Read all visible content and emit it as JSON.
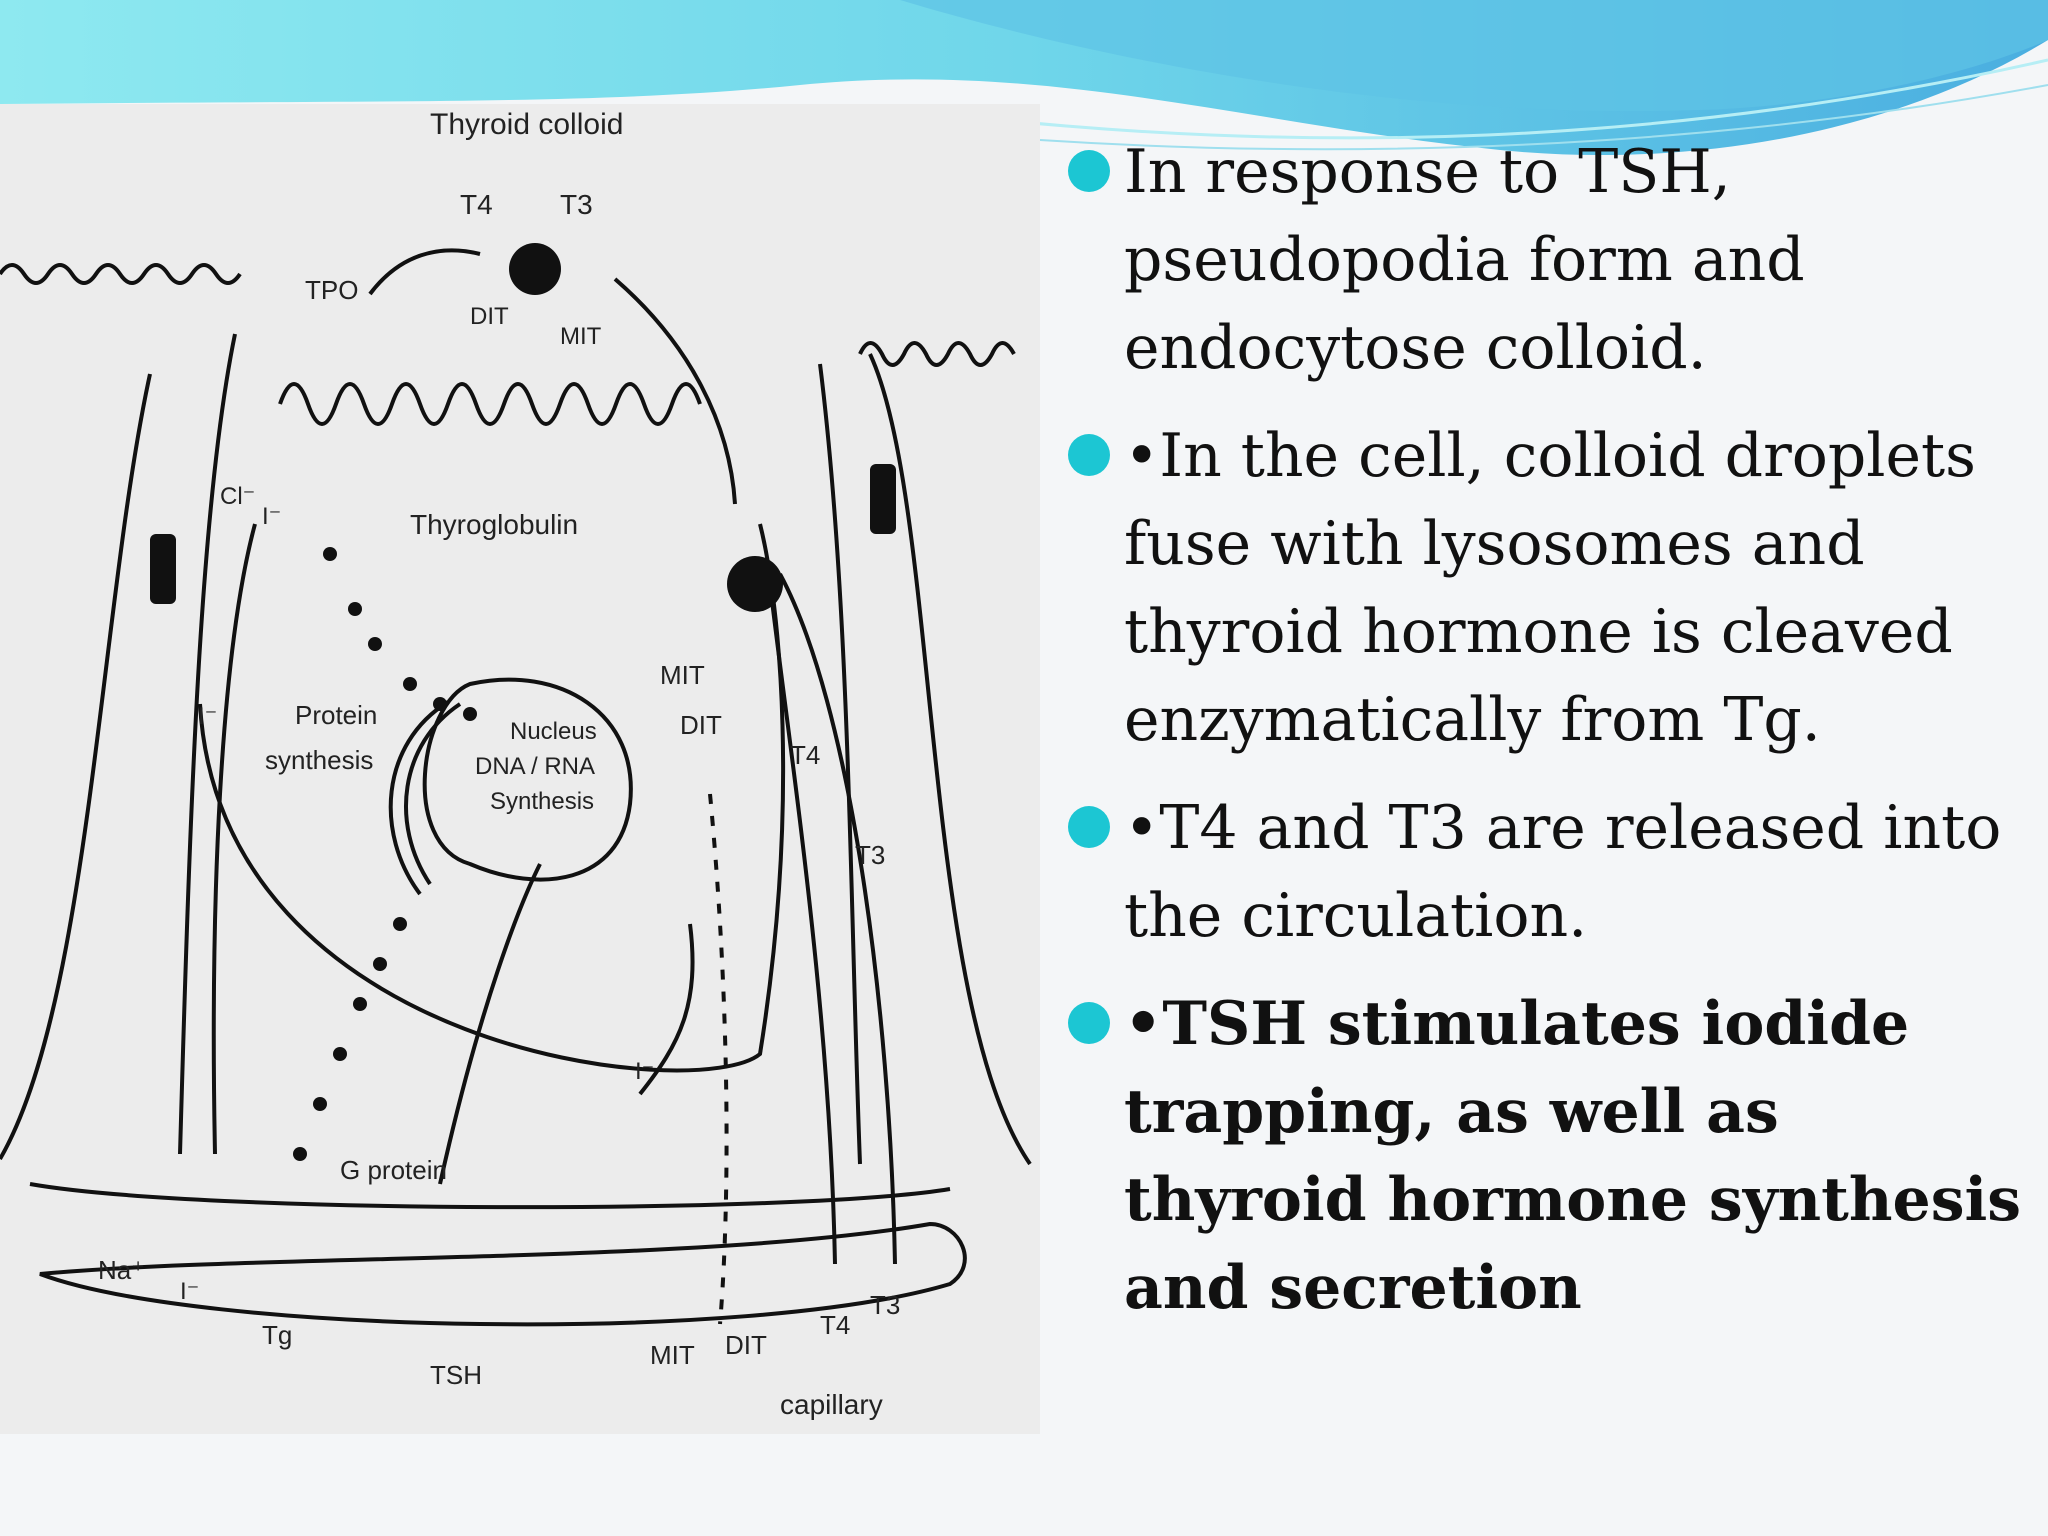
{
  "slide": {
    "accent_color": "#1cc6d3",
    "background_color": "#f4f6f8"
  },
  "diagram": {
    "labels": {
      "thyroid_colloid": "Thyroid colloid",
      "t4_top": "T4",
      "t3_top": "T3",
      "tpo": "TPO",
      "dit_top": "DIT",
      "mit_top": "MIT",
      "cl_apical": "Cl⁻",
      "i_apical": "I⁻",
      "thyroglobulin": "Thyroglobulin",
      "protein_synthesis_1": "Protein",
      "protein_synthesis_2": "synthesis",
      "nucleus_1": "Nucleus",
      "nucleus_2": "DNA / RNA",
      "nucleus_3": "Synthesis",
      "mit_mid": "MIT",
      "dit_mid": "DIT",
      "t4_mid": "T4",
      "t3_mid": "T3",
      "i_left": "I⁻",
      "i_mid": "I⁻",
      "g_protein": "G protein",
      "na": "Na⁺",
      "i_bottom": "I⁻",
      "tg": "Tg",
      "tsh": "TSH",
      "mit_bottom": "MIT",
      "dit_bottom": "DIT",
      "t4_bottom": "T4",
      "t3_bottom": "T3",
      "capillary": "capillary"
    }
  },
  "bullets": [
    {
      "text": "In response to TSH, pseudopodia form and endocytose colloid.",
      "bold": false
    },
    {
      "text": "•In the cell, colloid droplets fuse with lysosomes and thyroid hormone is cleaved enzymatically from Tg.",
      "bold": false
    },
    {
      "text": "•T4 and T3 are released into the circulation.",
      "bold": false
    },
    {
      "text": "•TSH stimulates iodide trapping, as well as thyroid hormone synthesis and secretion",
      "bold": true
    }
  ]
}
